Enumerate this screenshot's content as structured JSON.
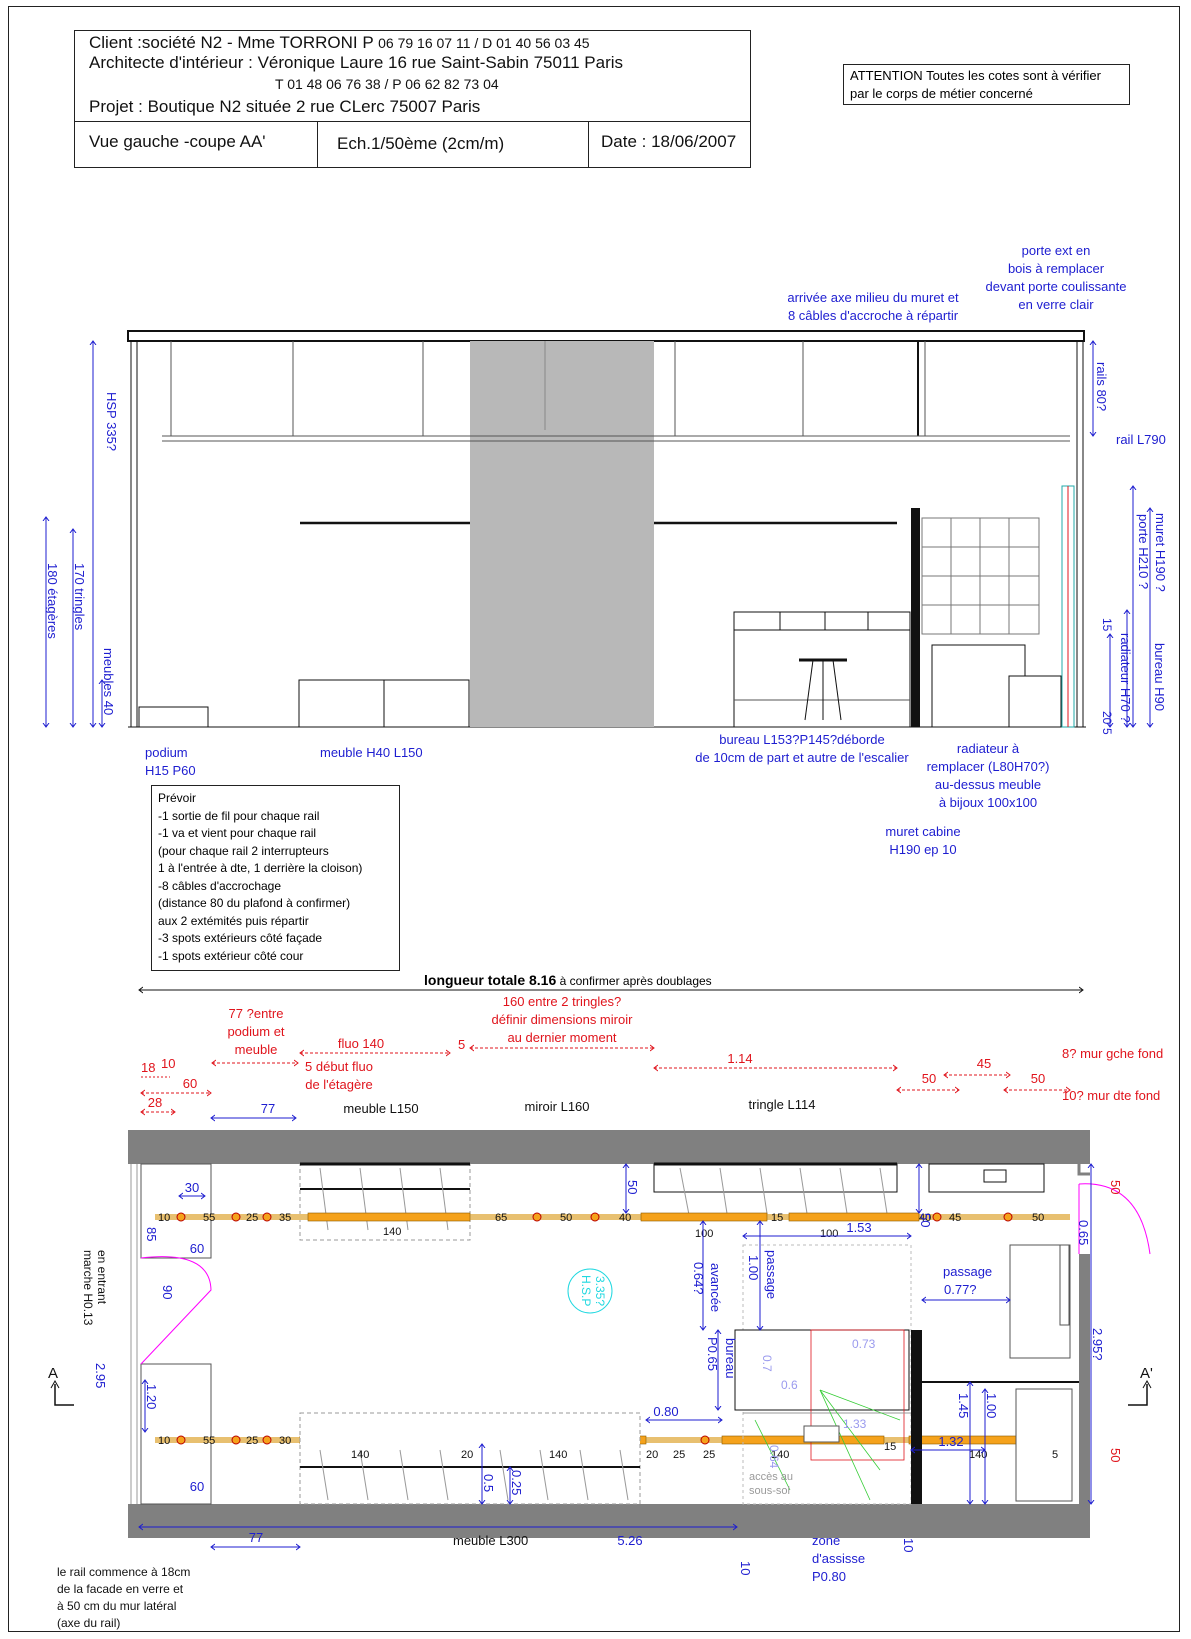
{
  "title_block": {
    "client": "Client :société N2 - Mme TORRONI P",
    "client_phones": "06 79 16 07 11 /  D 01 40 56 03 45",
    "architect": "Architecte d'intérieur : Véronique Laure 16 rue Saint-Sabin 75011 Paris",
    "architect_phones": "T 01 48 06 76 38 / P 06 62 82 73 04",
    "project": "Projet : Boutique N2 située 2 rue CLerc 75007 Paris",
    "view": "Vue gauche -coupe AA'",
    "scale": "Ech.1/50ème (2cm/m)",
    "date": "Date : 18/06/2007"
  },
  "attention": [
    "ATTENTION Toutes les cotes sont à vérifier",
    "par le corps de métier concerné"
  ],
  "elevation": {
    "top_notes": {
      "axe": [
        "arrivée axe milieu du muret et",
        "8 câbles d'accroche à répartir"
      ],
      "porte": [
        "porte ext en",
        "bois à remplacer",
        "devant porte coulissante",
        "en verre clair"
      ]
    },
    "left_dims": [
      "HSP 335?",
      "180 étagères",
      "170 tringles",
      "meubles 40"
    ],
    "right_dims": [
      "rails 80?",
      "rail L790",
      "muret H190 ?",
      "porte H210 ?",
      "bureau H90",
      "15",
      "radiateur H70 ?",
      "20",
      "5"
    ],
    "bottom_labels": {
      "podium": [
        "podium",
        "H15 P60"
      ],
      "meuble": "meuble H40 L150",
      "bureau": [
        "bureau L153?P145?déborde",
        "de 10cm de part et autre de l'escalier"
      ],
      "radiateur": [
        "radiateur à",
        "remplacer (L80H70?)",
        "au-dessus meuble",
        "à bijoux 100x100"
      ],
      "muret": [
        "muret cabine",
        "H190 ep 10"
      ]
    }
  },
  "prevoir": {
    "lines": [
      "Prévoir",
      "-1 sortie de fil pour chaque rail",
      "-1 va et vient  pour chaque rail",
      " (pour chaque rail 2 interrupteurs",
      " 1 à l'entrée à dte, 1 derrière la cloison)",
      "-8 câbles d'accrochage",
      "(distance 80 du plafond à confirmer)",
      "aux 2 extémités puis répartir",
      "-3 spots extérieurs côté façade",
      "-1 spots extérieur côté cour"
    ]
  },
  "total_length": {
    "bold": "longueur totale 8.16",
    "rest": " à confirmer après doublages"
  },
  "plan": {
    "red_notes": {
      "n77": [
        "77 ?entre",
        "podium et",
        "meuble"
      ],
      "fluo": "fluo 140",
      "five": "5",
      "debut": [
        "5 début fluo",
        "de l'étagère"
      ],
      "n160": [
        "160 entre 2 tringles?",
        "définir dimensions miroir",
        "au dernier moment"
      ],
      "n114": "1.14",
      "n18": "18",
      "n10": "10",
      "n60": "60",
      "n28": "28",
      "n50a": "50",
      "n45": "45",
      "n50b": "50",
      "gche": "8? mur gche fond",
      "dte": "10? mur dte fond",
      "r50a": "50",
      "r50b": "50"
    },
    "top_labels": {
      "d77": "77",
      "meuble": "meuble L150",
      "miroir": "miroir L160",
      "tringle": "tringle L114"
    },
    "rail_top": [
      "10",
      "55",
      "25",
      "35",
      "140",
      "65",
      "50",
      "40",
      "100",
      "15",
      "100",
      "40",
      "45",
      "50"
    ],
    "rail_bot": [
      "10",
      "55",
      "25",
      "30",
      "140",
      "20",
      "140",
      "20",
      "25",
      "25",
      "140",
      "15",
      "140",
      "5"
    ],
    "blue_dims": {
      "d30": "30",
      "d85": "85",
      "d60a": "60",
      "d90": "90",
      "d295": "2.95",
      "d120": "1.20",
      "d60b": "60",
      "d50": "50",
      "avancee": "avancée",
      "avancee_v": "0.64?",
      "passage": "passage",
      "passage_v": "1.00",
      "d153": "1.53",
      "d50v": "50",
      "bureau": "bureau",
      "bureau_v": "P0.65",
      "passage2": "passage",
      "passage2_v": "0.77?",
      "d065": "0.65",
      "d295r": "2.95?",
      "d080": "0.80",
      "d05": "0.5",
      "d025": "0.25",
      "d145": "1.45",
      "d100": "1.00",
      "d132": "1.32",
      "d526": "5.26",
      "d77b": "77",
      "d10a": "10",
      "d10b": "10",
      "zone": [
        "zone",
        "d'assisse",
        "P0.80"
      ]
    },
    "hsp": [
      "H.S.P",
      "3.35?"
    ],
    "grey_dims": {
      "g073": "0.73",
      "g07": "0.7",
      "g06": "0.6",
      "g133": "1.33",
      "g064": "0.64"
    },
    "sous_sol": [
      "accès au",
      "sous-sol"
    ],
    "left_note": [
      "en entrant",
      "marche H0.13"
    ],
    "meuble300": "meuble L300",
    "bottom_note": [
      "le rail commence à 18cm",
      "de la facade en verre et",
      "à 50 cm du mur latéral",
      "(axe du rail)"
    ],
    "section": {
      "a": "A",
      "a2": "A'"
    }
  },
  "colors": {
    "dim_blue": "#1d1dd0",
    "note_red": "#e0141c",
    "wall_grey": "#808080",
    "column_grey": "#b8b8b8",
    "rail_orange": "#f5a21b",
    "door_magenta": "#ff00ff",
    "hsp_cyan": "#20d8e0"
  }
}
